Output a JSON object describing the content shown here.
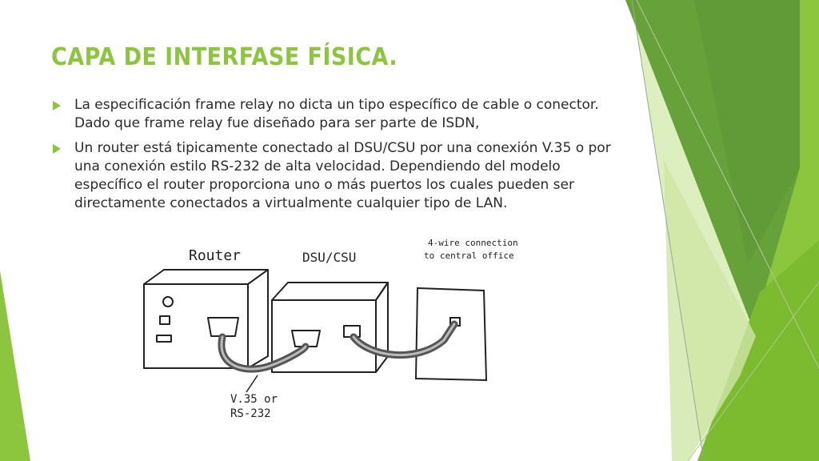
{
  "slide": {
    "title": "CAPA DE INTERFASE FÍSICA.",
    "bullets": [
      "La especificación frame relay no dicta un tipo específico de cable o conector. Dado que frame relay fue diseñado para ser parte de ISDN,",
      "Un router está tipicamente conectado al DSU/CSU por una conexión V.35 o por una conexión estilo RS-232 de alta velocidad. Dependiendo del modelo específico el router proporciona uno o más puertos los cuales pueden ser directamente conectados a virtualmente cualquier tipo de LAN."
    ]
  },
  "diagram": {
    "router_label": "Router",
    "dsu_label": "DSU/CSU",
    "wire_label_line1": "4-wire connection",
    "wire_label_line2": "to central office",
    "cable_label_line1": "V.35 or",
    "cable_label_line2": "RS-232"
  },
  "colors": {
    "accent": "#8cc63f",
    "dark_green": "#5a9a36",
    "light_green": "#c6e39a",
    "text": "#2b2b2b"
  },
  "icons": {
    "bullet": "triangle-arrow-right"
  }
}
